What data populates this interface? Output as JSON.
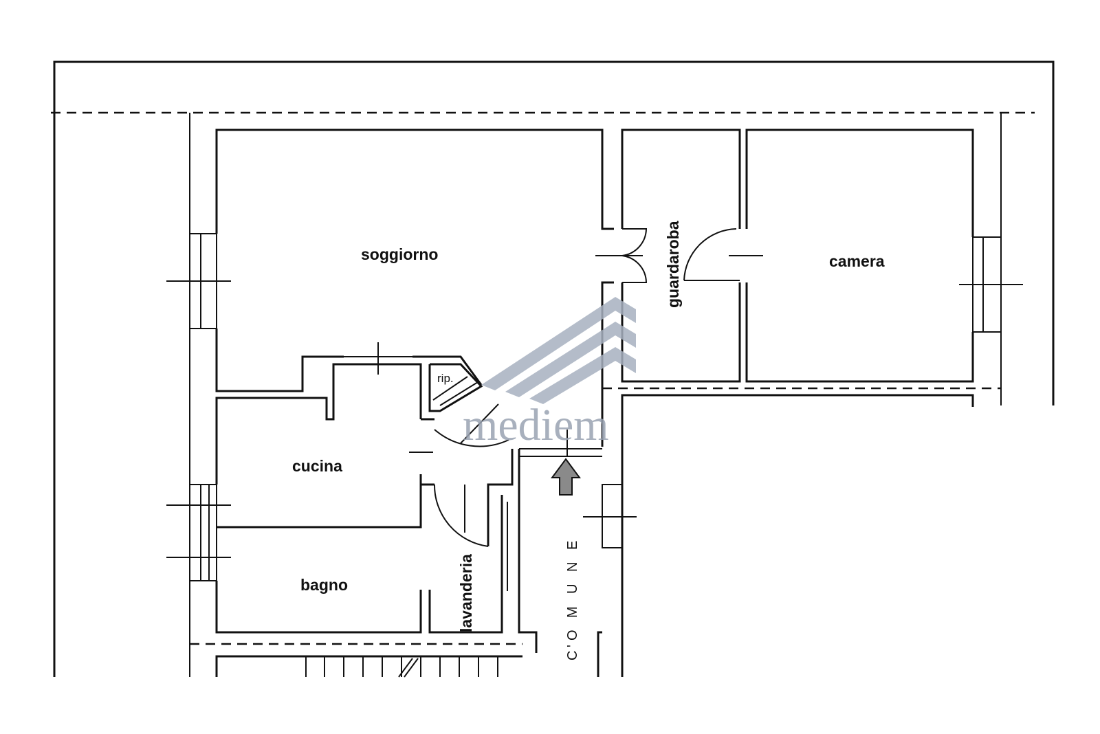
{
  "rooms": {
    "soggiorno": "soggiorno",
    "camera": "camera",
    "guardaroba": "guardaroba",
    "cucina": "cucina",
    "bagno": "bagno",
    "lavanderia": "lavanderia",
    "rip": "rip."
  },
  "corridor": {
    "letters": [
      "C",
      "O",
      "M",
      "U",
      "N",
      "E"
    ],
    "apostrophe": "'"
  },
  "watermark": {
    "text": "mediem"
  },
  "entrance_arrow_icon": "up-arrow-icon",
  "colors": {
    "wall": "#111111",
    "watermark": "#9aa3b2",
    "arrow_fill": "#8a8a8a"
  }
}
